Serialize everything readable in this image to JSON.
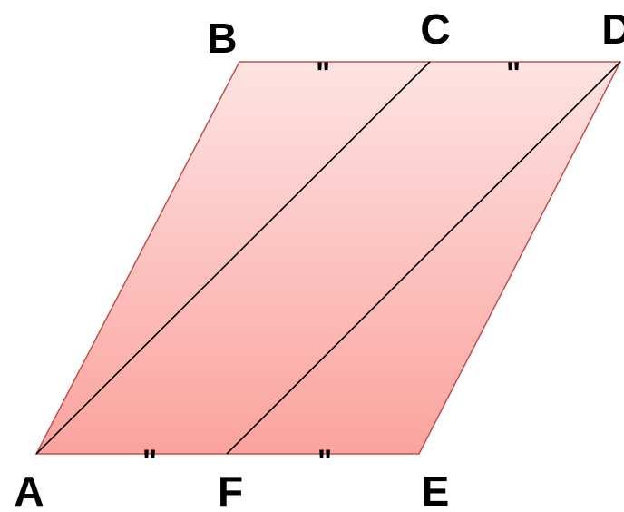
{
  "diagram": {
    "points": {
      "A": "A",
      "B": "B",
      "C": "C",
      "D": "D",
      "E": "E",
      "F": "F"
    },
    "equal_marks": {
      "bc": "\"",
      "cd": "\"",
      "af": "\"",
      "fe": "\""
    },
    "colors": {
      "fill_top": "#fde3e3",
      "fill_bottom": "#fba39d",
      "edge": "#c0504d",
      "inner_line": "#000000"
    }
  }
}
